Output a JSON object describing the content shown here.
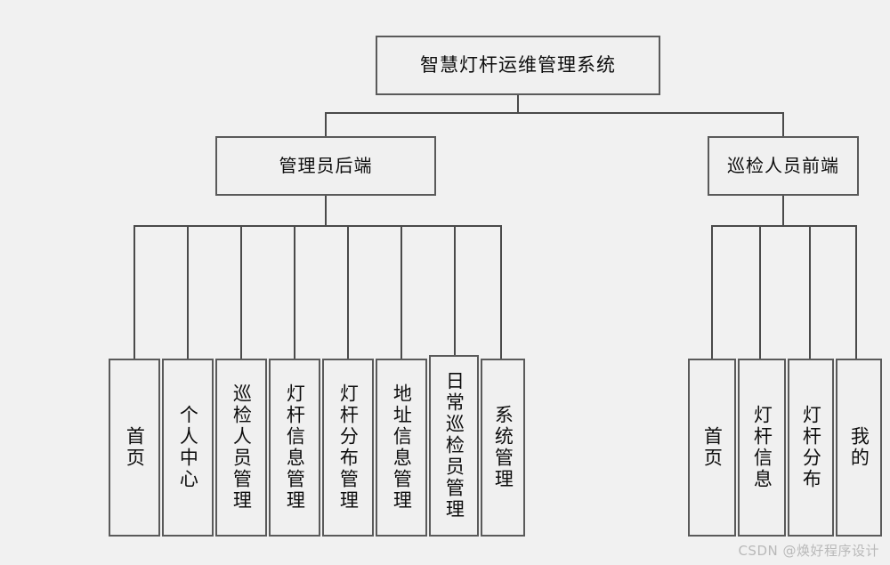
{
  "diagram": {
    "type": "tree",
    "title": "智慧灯杆运维管理系统",
    "root": {
      "label": "智慧灯杆运维管理系统"
    },
    "branches": [
      {
        "label": "管理员后端"
      },
      {
        "label": "巡检人员前端"
      }
    ],
    "admin_leaves": [
      {
        "label": "首页"
      },
      {
        "label": "个人中心"
      },
      {
        "label": "巡检人员管理"
      },
      {
        "label": "灯杆信息管理"
      },
      {
        "label": "灯杆分布管理"
      },
      {
        "label": "地址信息管理"
      },
      {
        "label": "日常巡检员管理"
      },
      {
        "label": "系统管理"
      }
    ],
    "client_leaves": [
      {
        "label": "首页"
      },
      {
        "label": "灯杆信息"
      },
      {
        "label": "灯杆分布"
      },
      {
        "label": "我的"
      }
    ]
  },
  "watermark": {
    "text": "CSDN @焕好程序设计"
  },
  "colors": {
    "background": "#f1f1f1",
    "box_fill": "#f0f0f0",
    "box_border": "#5a5a5a",
    "connector": "#4a4a4a",
    "text": "#0d0d0d",
    "watermark": "#b9b9b9"
  }
}
